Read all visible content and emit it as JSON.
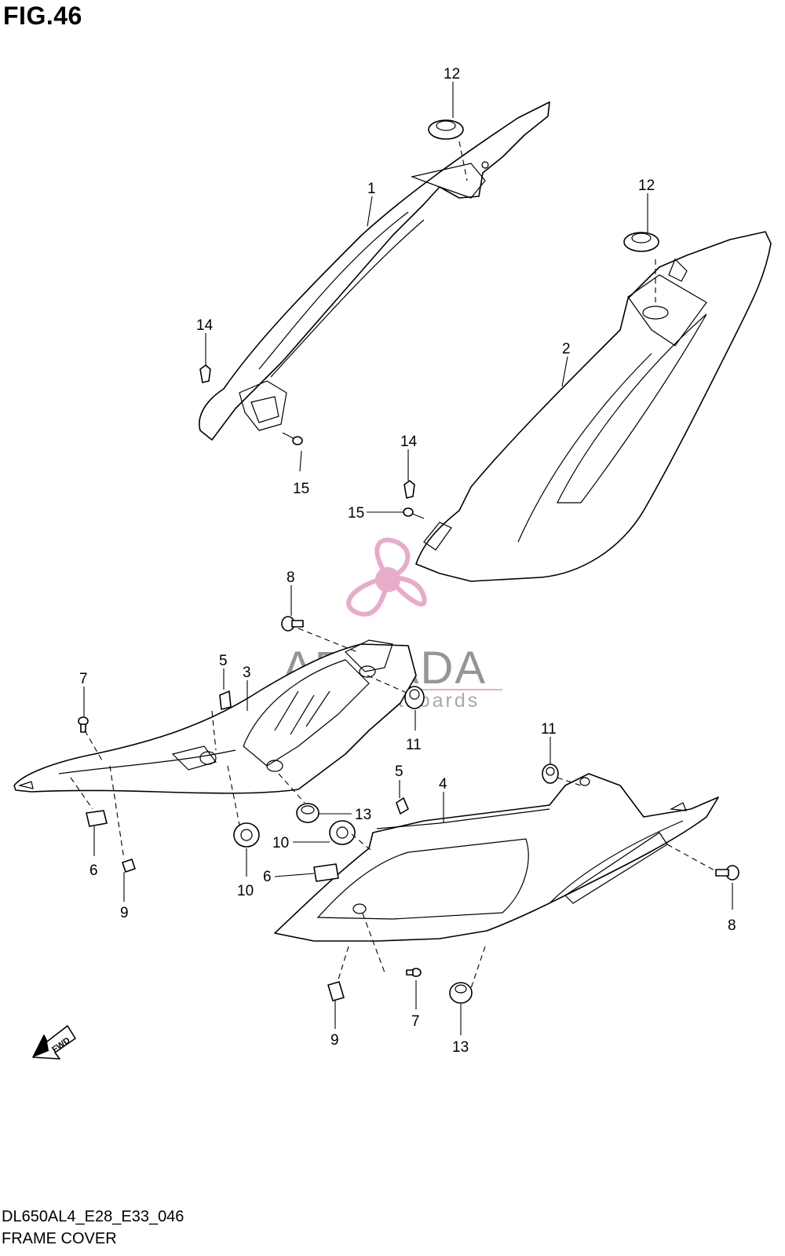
{
  "figure": {
    "title": "FIG.46",
    "model_code": "DL650AL4_E28_E33_046",
    "name": "FRAME COVER"
  },
  "callouts": {
    "c1": "1",
    "c2": "2",
    "c3": "3",
    "c4": "4",
    "c5a": "5",
    "c5b": "5",
    "c6a": "6",
    "c6b": "6",
    "c7a": "7",
    "c7b": "7",
    "c8a": "8",
    "c8b": "8",
    "c9a": "9",
    "c9b": "9",
    "c10a": "10",
    "c10b": "10",
    "c11a": "11",
    "c11b": "11",
    "c12a": "12",
    "c12b": "12",
    "c13a": "13",
    "c13b": "13",
    "c14a": "14",
    "c14b": "14",
    "c15a": "15",
    "c15b": "15"
  },
  "fwd_arrow": {
    "label": "FWD"
  },
  "watermark": {
    "brand": "ARMADA",
    "tagline": "marine outboards",
    "icon": "propeller-icon",
    "brand_color": "#8a8a8a",
    "accent_color": "#e6a3c4"
  }
}
